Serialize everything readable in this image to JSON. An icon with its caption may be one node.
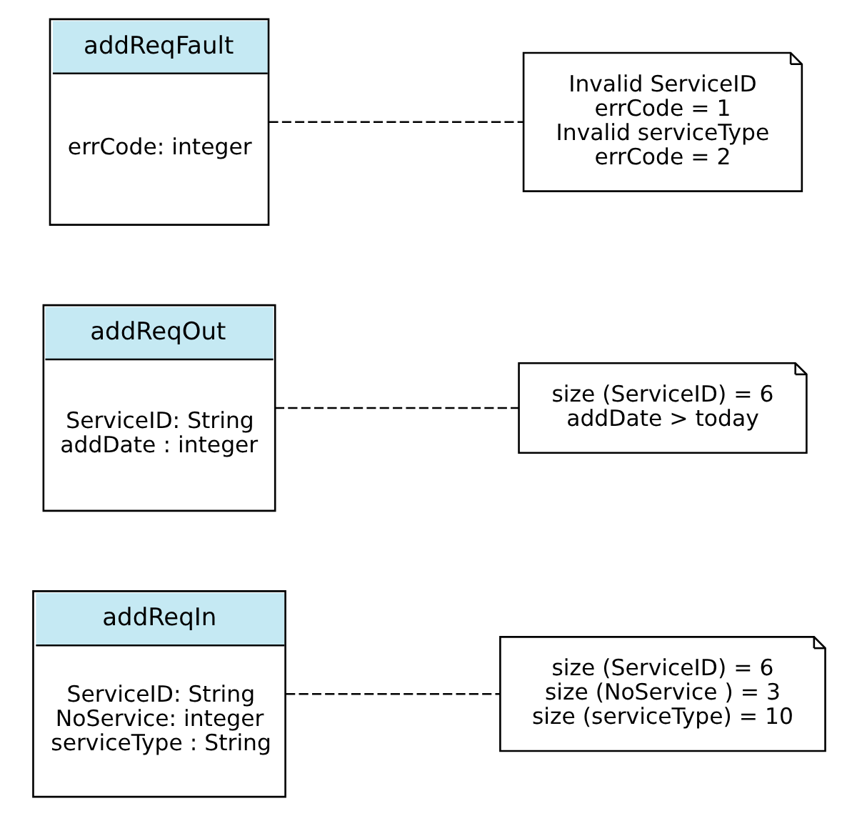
{
  "diagram": {
    "nodes": [
      {
        "text": [
          "addReqIn",
          "ServiceID: String",
          "NoService: integer",
          "serviceType : String"
        ]
      },
      {
        "text": [
          "size (ServiceID) = 6",
          "size (NoService ) = 3",
          "size (serviceType) = 10"
        ]
      },
      {
        "text": [
          "addReqOut",
          "ServiceID: String",
          "addDate : integer"
        ]
      },
      {
        "text": [
          "size (ServiceID) = 6",
          "addDate > today"
        ]
      },
      {
        "text": [
          "addReqFault",
          "errCode: integer"
        ]
      },
      {
        "text": [
          "Invalid ServiceID",
          "errCode = 1",
          "Invalid serviceType",
          "errCode = 2"
        ]
      }
    ],
    "edges": [
      {
        "from": 0,
        "to": 1,
        "arrow": "none",
        "style": "dashed"
      },
      {
        "from": 2,
        "to": 3,
        "arrow": "none",
        "style": "dashed"
      },
      {
        "from": 4,
        "to": 5,
        "arrow": "none",
        "style": "dashed"
      }
    ]
  }
}
